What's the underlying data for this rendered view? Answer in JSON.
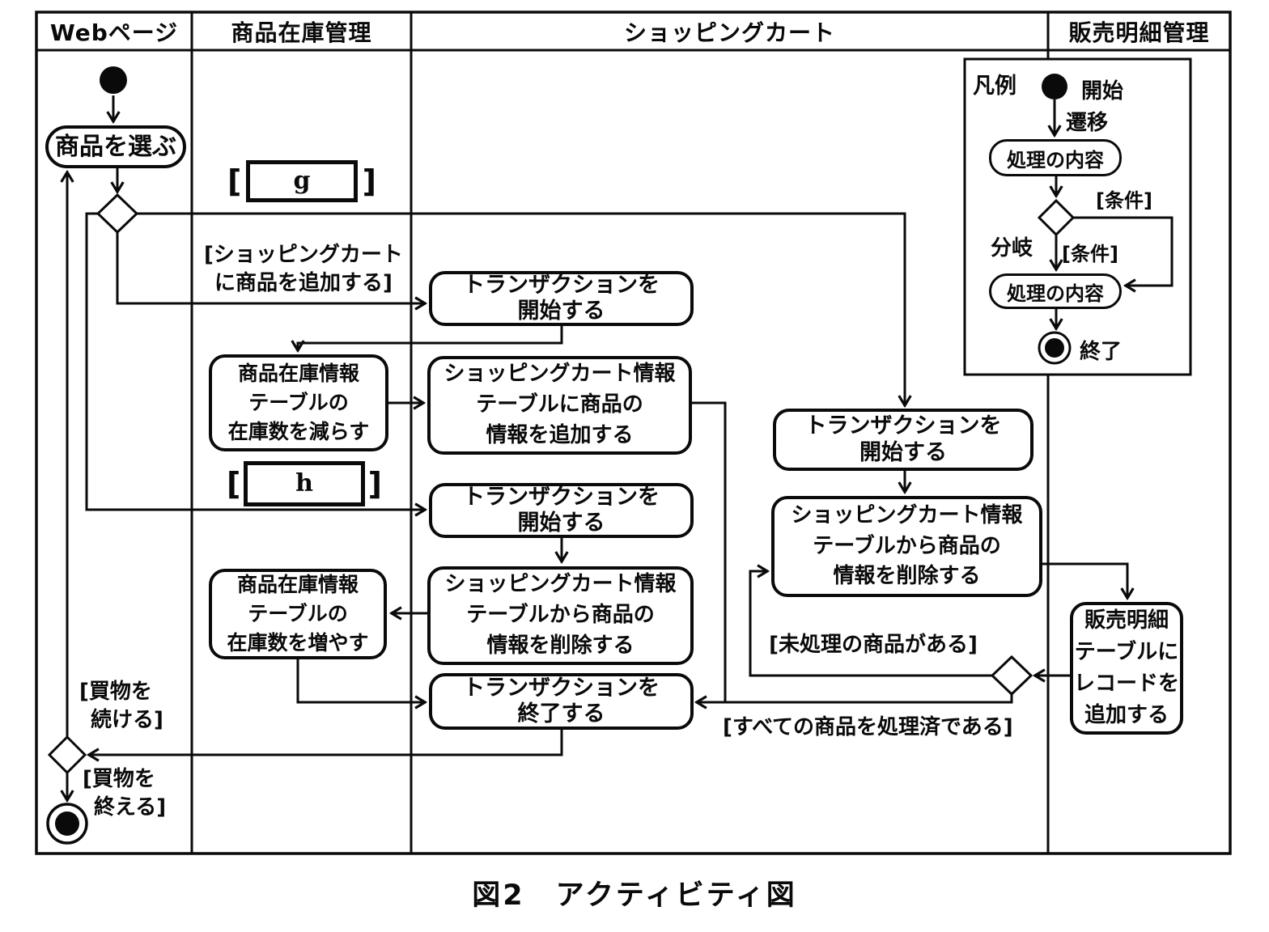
{
  "lanes": {
    "web": "Webページ",
    "inventory": "商品在庫管理",
    "cart": "ショッピングカート",
    "sales": "販売明細管理"
  },
  "nodes": {
    "select_item": "商品を選ぶ",
    "blank_g": "g",
    "blank_h": "h",
    "bracket_open": "[",
    "bracket_close": "]",
    "tx_start1": [
      "トランザクションを",
      "開始する"
    ],
    "dec_stock": [
      "商品在庫情報",
      "テーブルの",
      "在庫数を減らす"
    ],
    "cart_add": [
      "ショッピングカート情報",
      "テーブルに商品の",
      "情報を追加する"
    ],
    "tx_start2": [
      "トランザクションを",
      "開始する"
    ],
    "cart_del_left": [
      "ショッピングカート情報",
      "テーブルから商品の",
      "情報を削除する"
    ],
    "inc_stock": [
      "商品在庫情報",
      "テーブルの",
      "在庫数を増やす"
    ],
    "tx_end": [
      "トランザクションを",
      "終了する"
    ],
    "tx_start3": [
      "トランザクションを",
      "開始する"
    ],
    "cart_del_right": [
      "ショッピングカート情報",
      "テーブルから商品の",
      "情報を削除する"
    ],
    "sales_add": [
      "販売明細",
      "テーブルに",
      "レコードを",
      "追加する"
    ]
  },
  "guards": {
    "add_to_cart": [
      "[ショッピングカート",
      "に商品を追加する]"
    ],
    "unprocessed": "[未処理の商品がある]",
    "all_processed": "[すべての商品を処理済である]",
    "continue_shopping": [
      "[買物を",
      "続ける]"
    ],
    "finish_shopping": [
      "[買物を",
      "終える]"
    ]
  },
  "legend": {
    "title": "凡例",
    "start": "開始",
    "transition": "遷移",
    "process1": "処理の内容",
    "condition1": "[条件]",
    "branch": "分岐",
    "condition2": "[条件]",
    "process2": "処理の内容",
    "end": "終了"
  },
  "caption": "図2　アクティビティ図",
  "colors": {
    "ink": "#0a0a0a",
    "paper": "#ffffff"
  }
}
